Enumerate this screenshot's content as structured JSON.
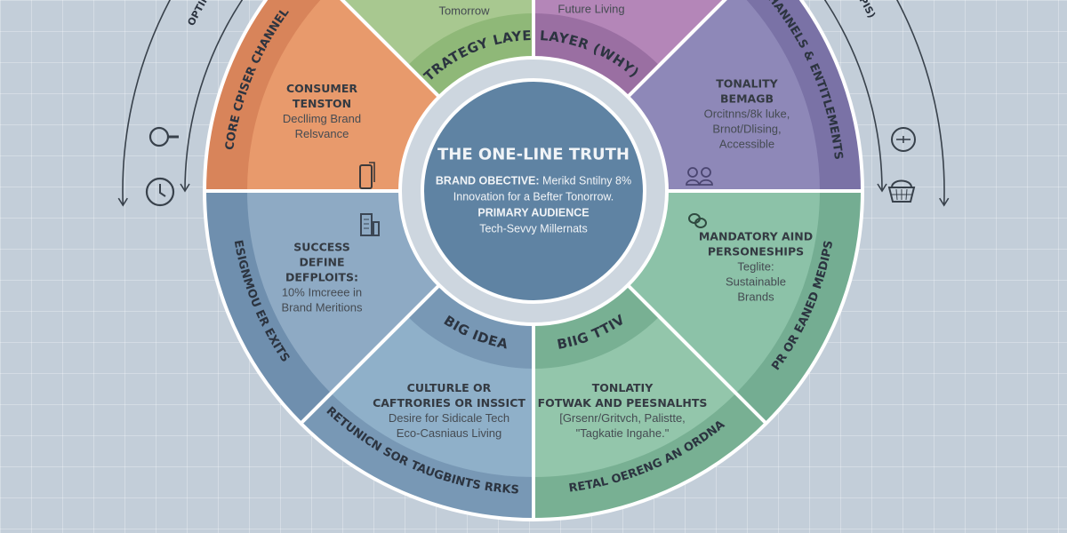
{
  "colors": {
    "background": "#c3ced9",
    "core": "#5f83a3",
    "ring": "#cdd6df",
    "sectors": [
      "#8cc2a8",
      "#93c6ab",
      "#8fb0c9",
      "#8eaac4",
      "#e89a6c",
      "#a8c890",
      "#b486b8",
      "#8e88b8"
    ],
    "bands": [
      "#74ad92",
      "#78b093",
      "#7898b5",
      "#6f8fae",
      "#d8845a",
      "#8fb878",
      "#9a6fa2",
      "#7a72a6"
    ]
  },
  "core": {
    "title": "THE ONE-LINE TRUTH",
    "objective_label": "BRAND OBECTIVE:",
    "objective_value": "Merikd Sntilny 8%",
    "objective_line2": "Innovation for a Befter Tonorrow.",
    "audience_label": "PRIMARY AUDIENCE",
    "audience_value": "Tech-Sevvy Millernats"
  },
  "inner_bands": {
    "strategy": "STRATEGY LAYER",
    "why": "LAYER (WHY)",
    "big_idea_left": "BIG IDEA",
    "big_idea_right": "BIIG TTIV"
  },
  "outer_bands": {
    "core_channel": "CORE CPISER CHANNEL",
    "channels": "CHANNELS & ENTITLEMENTS",
    "left_lower": "ESIGNMOU ER EXITS",
    "returns": "RETUNICN SOR TAUGBINTS RRKS",
    "pr": "PR OR EANED MEDIPS",
    "retail": "RETAL OERENG AN ORDNA"
  },
  "blocks": {
    "green_top": {
      "body": "Tomorrow"
    },
    "purple_top": {
      "body": "Future Living"
    },
    "tension": {
      "title1": "CONSUMER",
      "title2": "TENSTON",
      "body1": "Decllimg Brand",
      "body2": "Relsvance"
    },
    "tonality": {
      "title1": "TONALITY",
      "title2": "BEMAGB",
      "body1": "Orcitnns/8k luke,",
      "body2": "Brnot/Dlising,",
      "body3": "Accessible"
    },
    "success": {
      "title1": "SUCCESS",
      "title2": "DEFINE",
      "title3": "DEFPLOITS:",
      "body1": "10% Imcreee in",
      "body2": "Brand Meritions"
    },
    "culture": {
      "title1": "CULTURLE OR",
      "title2": "CAFTRORIES OR INSSICT",
      "body1": "Desire for Sidicale Tech",
      "body2": "Eco-Casniaus Living"
    },
    "mandatory": {
      "title1": "MANDATORY AIND",
      "title2": "PERSONESHIPS",
      "body1": "Teglite:",
      "body2": "Sustainable",
      "body3": "Brands"
    },
    "tonlatiy": {
      "title1": "TONLATIY",
      "title2": "FOTWAK AND PEESNALHTS",
      "body1": "[Grsenr/Gritvch, Palistte,",
      "body2": "\"Tagkatie Ingahe.\""
    }
  },
  "cycles": {
    "left": "OPTIMISATION CYCLE (DID IT WORK?)",
    "right": "METRICS ON TOUCHPOINTS (KPIS)"
  },
  "icons": [
    "magnifier-icon",
    "clock-icon",
    "mobile-device-icon",
    "building-chart-icon",
    "people-icon",
    "link-icon",
    "gauge-icon",
    "basket-icon"
  ]
}
